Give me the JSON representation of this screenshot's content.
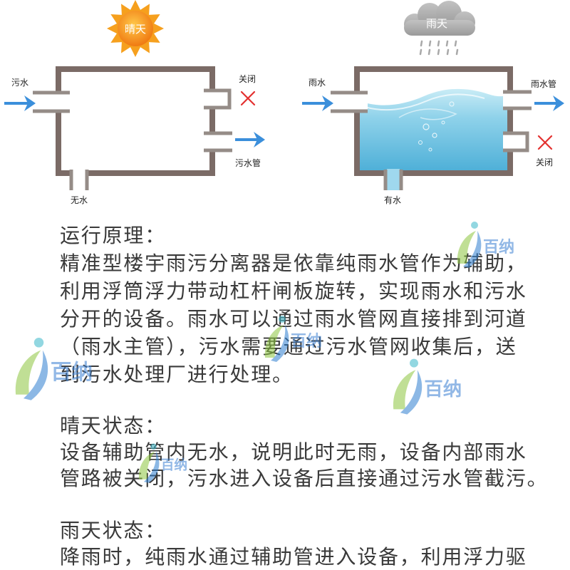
{
  "diagrams": {
    "sunny": {
      "weather_label": "晴天",
      "inlet_label": "污水",
      "upper_outlet_label": "关闭",
      "lower_outlet_label": "污水管",
      "aux_pipe_label": "无水"
    },
    "rainy": {
      "weather_label": "雨天",
      "inlet_label": "雨水",
      "upper_outlet_label": "雨水管",
      "lower_outlet_label": "关闭",
      "aux_pipe_label": "有水"
    }
  },
  "sections": [
    {
      "heading": "运行原理：",
      "lines": [
        "精准型楼宇雨污分离器是依靠纯雨水管作为辅助，",
        "利用浮筒浮力带动杠杆闸板旋转，实现雨水和污水",
        "分开的设备。雨水可以通过雨水管网直接排到河道",
        "（雨水主管），污水需要通过污水管网收集后，送",
        "到污水处理厂进行处理。"
      ]
    },
    {
      "heading": "晴天状态：",
      "lines": [
        "设备辅助管内无水，说明此时无雨，设备内部雨水",
        "管路被关闭，污水进入设备后直接通过污水管截污。"
      ]
    },
    {
      "heading": "雨天状态：",
      "lines": [
        "降雨时，纯雨水通过辅助管进入设备，利用浮力驱"
      ]
    }
  ],
  "watermark": {
    "text": "百纳"
  },
  "icons": {
    "sun": "sun-icon",
    "cloud": "cloud-icon",
    "closed": "x-mark-icon",
    "flow": "arrow-right-icon"
  },
  "colors": {
    "flow_arrow": "#3b8fdb",
    "closed_mark": "#e3302f",
    "chamber_wall": "#7b6b66",
    "pipe": "#958c87",
    "water": "#8fd2ea",
    "sun": "#f6a01e",
    "cloud": "#a8a8a8",
    "body_text": "#3a3a3a",
    "watermark": "#3a7fd2"
  }
}
